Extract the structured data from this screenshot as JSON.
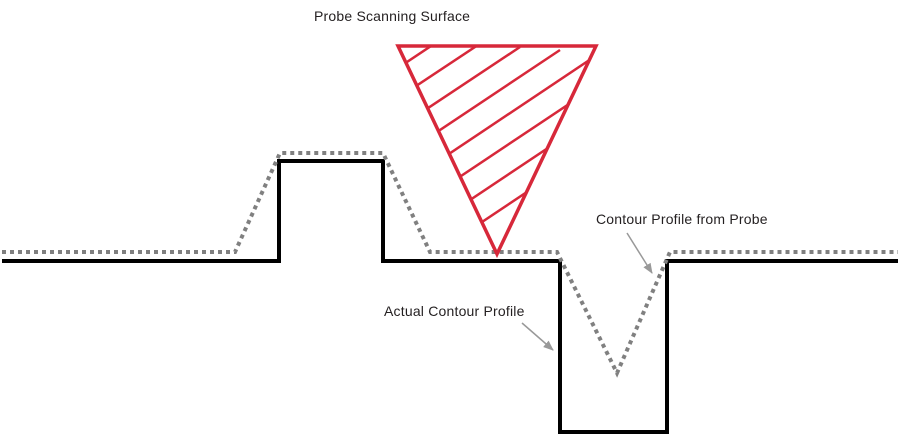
{
  "labels": {
    "probe_surface": "Probe Scanning Surface",
    "probe_profile": "Contour Profile from Probe",
    "actual_profile": "Actual Contour Profile"
  },
  "colors": {
    "probe": "#d7283a",
    "actual_profile": "#000000",
    "probe_profile": "#808080",
    "leader": "#999999",
    "text": "#231f20"
  },
  "icons": {
    "probe": "probe-tip-icon"
  }
}
